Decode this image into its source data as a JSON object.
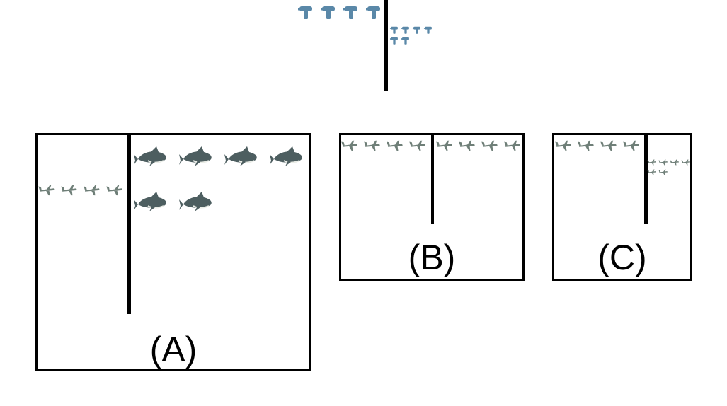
{
  "top_example": {
    "left_group": {
      "icon": "drill-icon",
      "count": 4
    },
    "right_group": {
      "icon": "drill-icon",
      "count": 6
    }
  },
  "options": [
    {
      "label": "(A)",
      "left_group": {
        "icon": "airplane-icon",
        "count": 4
      },
      "right_group": {
        "icon": "whale-icon",
        "count": 6
      }
    },
    {
      "label": "(B)",
      "left_group": {
        "icon": "airplane-icon",
        "count": 4
      },
      "right_group": {
        "icon": "airplane-icon",
        "count": 4
      }
    },
    {
      "label": "(C)",
      "left_group": {
        "icon": "airplane-icon",
        "count": 4
      },
      "right_group": {
        "icon": "airplane-icon",
        "count": 6
      }
    }
  ],
  "colors": {
    "border": "#000000",
    "drill": "#5a88a8",
    "whale": "#4d5e60",
    "airplane": "#6f7f78"
  }
}
